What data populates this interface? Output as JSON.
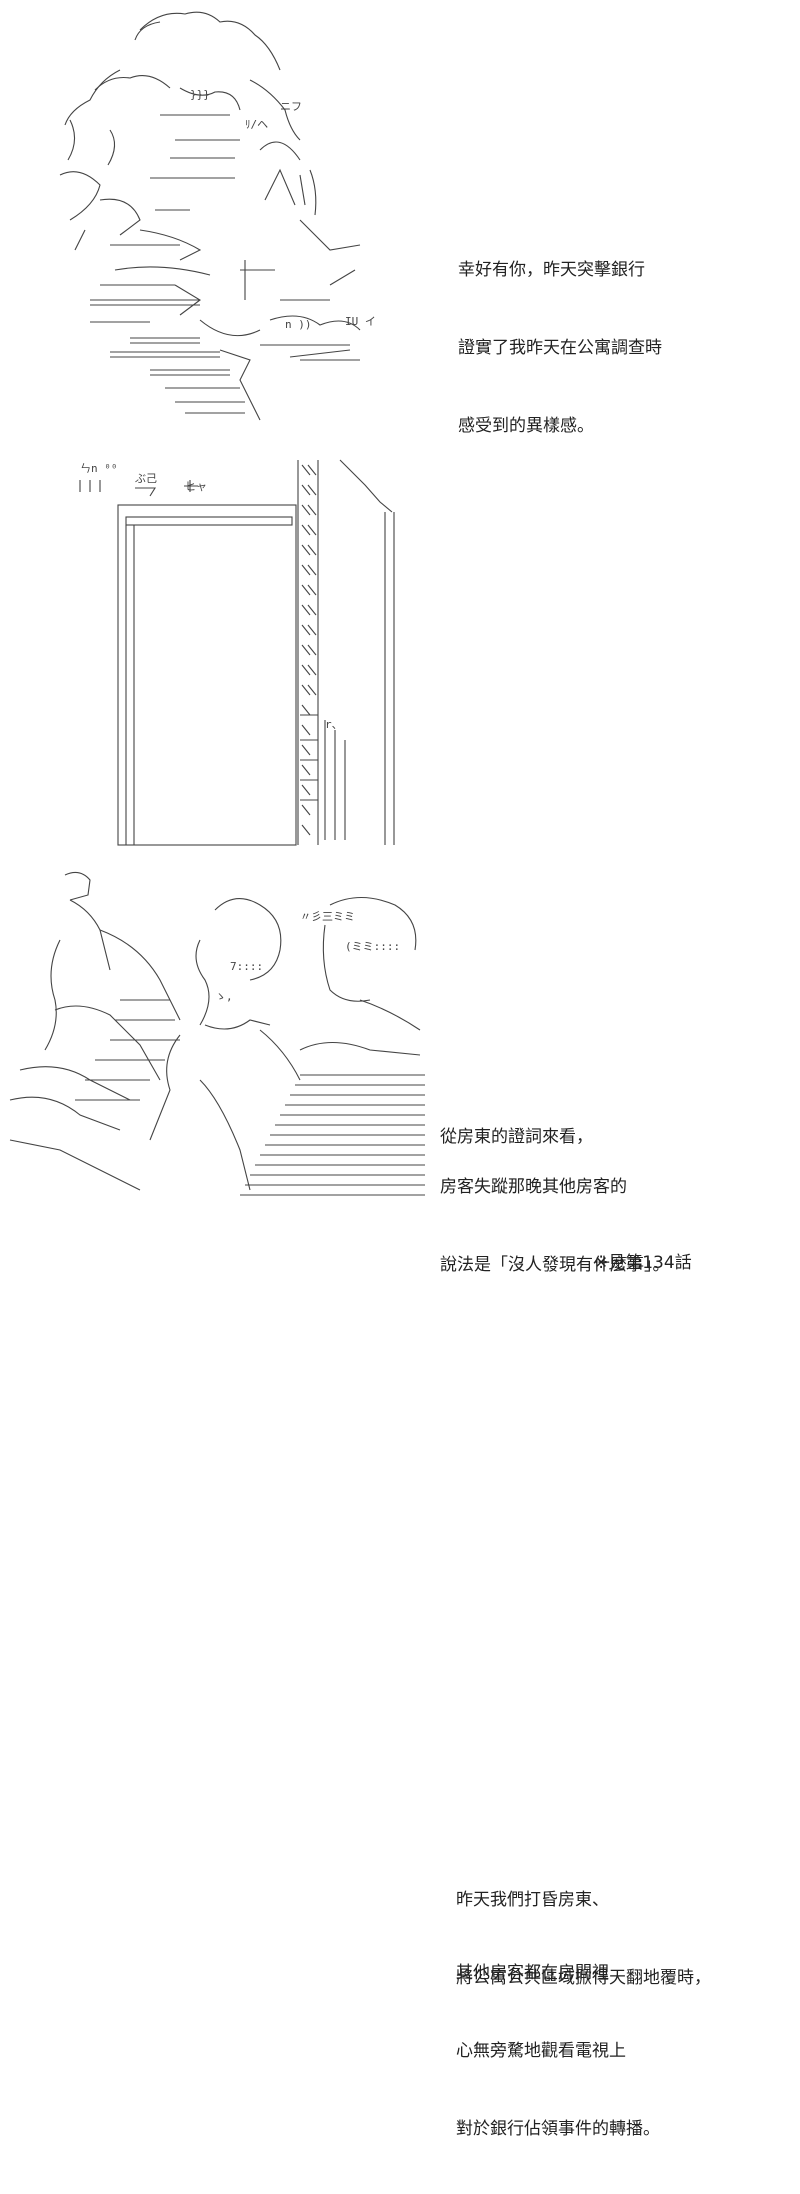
{
  "panels": [
    {
      "art": "hero-face-ascii-art",
      "caption_lines": [
        "幸好有你，昨天突擊銀行",
        "證實了我昨天在公寓調查時",
        "感受到的異樣感。"
      ]
    },
    {
      "art": "apartment-doorway-ascii-art",
      "art_labels": [
        "ㄣn ⁰⁰",
        "ぶ己",
        "ヒャ"
      ],
      "caption_lines_a": [
        "從房東的證詞來看，"
      ],
      "caption_lines_b": [
        "房客失蹤那晚其他房客的",
        "說法是「沒人發現有什麼事」。"
      ],
      "note": "※見第134話"
    },
    {
      "art": "crowd-watching-tv-ascii-art",
      "caption_lines_a": [
        "昨天我們打昏房東、",
        "將公寓公共區域掀得天翻地覆時，"
      ],
      "caption_lines_b": [
        "其他房客都在房間裡",
        "心無旁騖地觀看電視上",
        "對於銀行佔領事件的轉播。"
      ]
    }
  ],
  "colors": {
    "background": "#ffffff",
    "text": "#222222",
    "art": "#444444"
  }
}
